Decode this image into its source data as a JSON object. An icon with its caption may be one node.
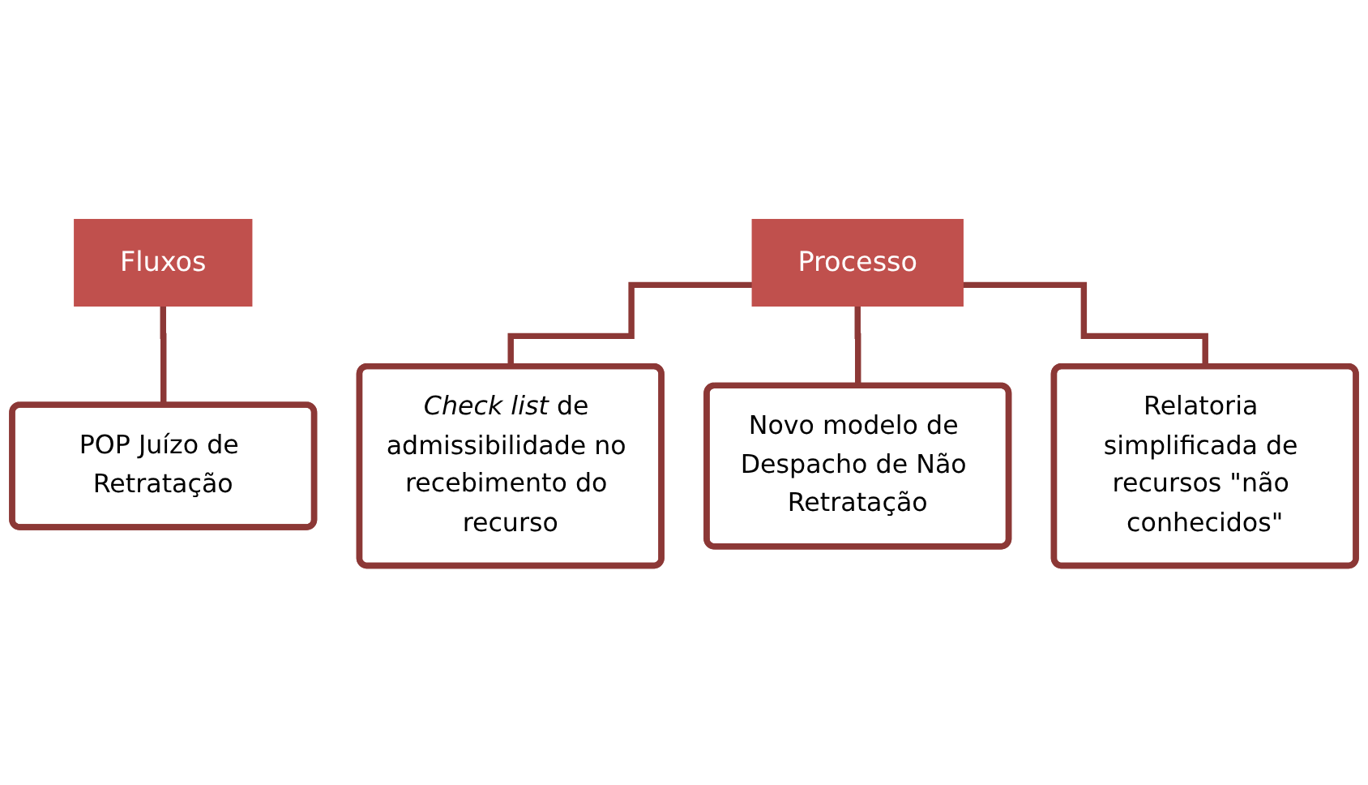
{
  "diagram": {
    "nodes": [
      {
        "text": [
          "Fluxos"
        ]
      },
      {
        "text": [
          "POP Juízo de Retratação"
        ]
      },
      {
        "text": [
          "Processo"
        ]
      },
      {
        "text": [
          "*Check list* de admissibilidade no recebimento do recurso"
        ]
      },
      {
        "text": [
          "Novo modelo de Despacho de Não Retratação"
        ]
      },
      {
        "text": [
          "Relatoria simplificada de recursos \"não conhecidos\""
        ]
      }
    ],
    "edges": [
      {
        "from": 0,
        "to": 1,
        "arrow": "none"
      },
      {
        "from": 2,
        "to": 3,
        "arrow": "none"
      },
      {
        "from": 2,
        "to": 4,
        "arrow": "none"
      },
      {
        "from": 2,
        "to": 5,
        "arrow": "none"
      }
    ]
  }
}
